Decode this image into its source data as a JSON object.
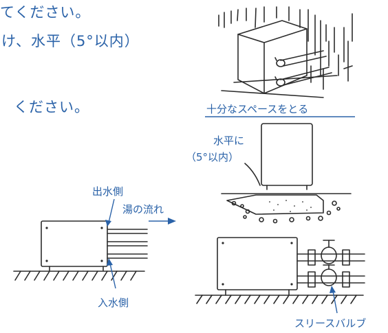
{
  "instructions": {
    "line1": "てください。",
    "line2": "け、水平（5°以内）",
    "line3": "ください。"
  },
  "labels": {
    "space": "十分なスペースをとる",
    "horizontal_line1": "水平に",
    "horizontal_line2": "（5°以内）",
    "outlet": "出水側",
    "flow": "湯の流れ",
    "inlet": "入水側",
    "valve": "スリースバルブ"
  },
  "colors": {
    "text": "#2a62a8",
    "ink": "#2b2b2b"
  }
}
